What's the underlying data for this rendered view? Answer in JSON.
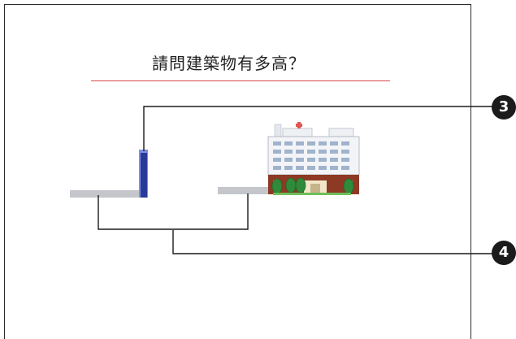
{
  "slide": {
    "title": "請問建築物有多高？"
  },
  "callouts": [
    {
      "label": "3"
    },
    {
      "label": "4"
    }
  ],
  "icons": {
    "building": "hospital-building-icon"
  },
  "colors": {
    "title_underline": "#d84a4a",
    "column": "#2a3a9a",
    "base_bar": "#c4c6cc",
    "callout_bg": "#1b1b1b"
  }
}
